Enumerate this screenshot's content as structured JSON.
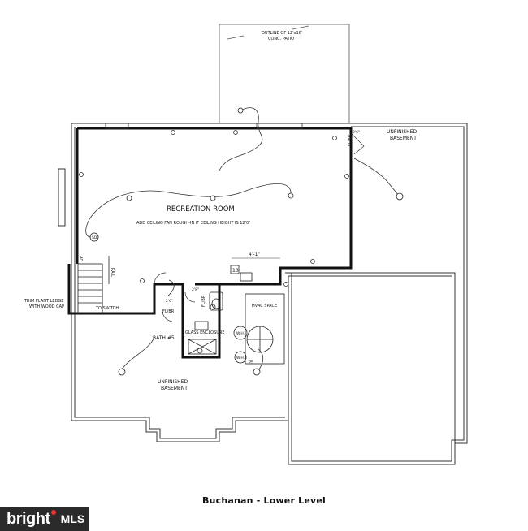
{
  "plan": {
    "title": "Buchanan - Lower Level",
    "patio_note": [
      "OUTLINE OF 12'x16'",
      "CONC. PATIO"
    ],
    "rooms": {
      "recreation": "RECREATION ROOM",
      "recreation_note": "ADD CEILING FAN ROUGH-IN IF CEILING HEIGHT IS 12'0\"",
      "unfinished_top_right": [
        "UNFINISHED",
        "BASEMENT"
      ],
      "unfinished_bottom_left": [
        "UNFINISHED",
        "BASEMENT"
      ],
      "bath": "BATH #5",
      "glass_enclosure": "GLASS ENCLOSURE",
      "hvac": "HVAC SPACE"
    },
    "annotations": {
      "trim_ledge": [
        "TRIM PLANT LEDGE",
        "WITH WOOD CAP"
      ],
      "to_switch": "TO SWITCH",
      "dimension": "4'-1\"",
      "fl_br_1": "FL/BR",
      "fl_br_2": "FL/BR",
      "fl_br_3": "FL/BR",
      "rail": "RAIL",
      "up": "UP",
      "sd": "SD",
      "box_10": "10",
      "wh_1": "W.H.",
      "wh_2": "W.H.",
      "ps": "PS",
      "dim_2_6": "2'6\"",
      "dim_2_8": "2'8\"",
      "dim_2_6b": "2'6\""
    }
  },
  "watermark": {
    "brand": "bright",
    "suffix": "MLS"
  },
  "colors": {
    "wall": "#111111",
    "thin": "#333333",
    "background": "#ffffff",
    "watermark_bg": "#2b2b2b",
    "watermark_dot": "#e33333"
  }
}
